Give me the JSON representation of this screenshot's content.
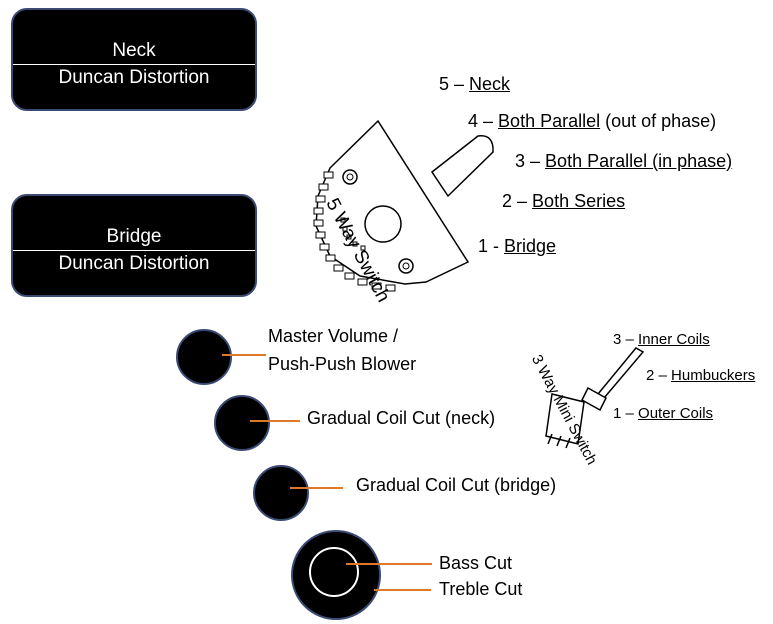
{
  "pickups": {
    "neck": {
      "title": "Neck",
      "model": "Duncan Distortion"
    },
    "bridge": {
      "title": "Bridge",
      "model": "Duncan Distortion"
    }
  },
  "five_way_switch": {
    "label": "5 Way Switch",
    "positions": [
      {
        "num": "5 –",
        "name": "Neck",
        "extra": ""
      },
      {
        "num": "4 –",
        "name": "Both Parallel",
        "extra": " (out of phase)"
      },
      {
        "num": "3 –",
        "name": "Both Parallel (in phase)",
        "extra": ""
      },
      {
        "num": "2 –",
        "name": "Both Series",
        "extra": ""
      },
      {
        "num": "1 -",
        "name": "Bridge",
        "extra": ""
      }
    ]
  },
  "mini_switch": {
    "label": "3 Way Mini Switch",
    "positions": [
      {
        "num": "3 –",
        "name": "Inner Coils"
      },
      {
        "num": "2 –",
        "name": "Humbuckers"
      },
      {
        "num": "1 –",
        "name": "Outer Coils"
      }
    ]
  },
  "knobs": {
    "master_volume": {
      "line1": "Master Volume /",
      "line2": "Push-Push Blower"
    },
    "coil_cut_neck": "Gradual Coil Cut (neck)",
    "coil_cut_bridge": "Gradual Coil Cut (bridge)",
    "bass_cut": "Bass Cut",
    "treble_cut": "Treble Cut"
  },
  "colors": {
    "leader": "#e0782a",
    "border": "#3b4a73",
    "box": "#000000"
  }
}
